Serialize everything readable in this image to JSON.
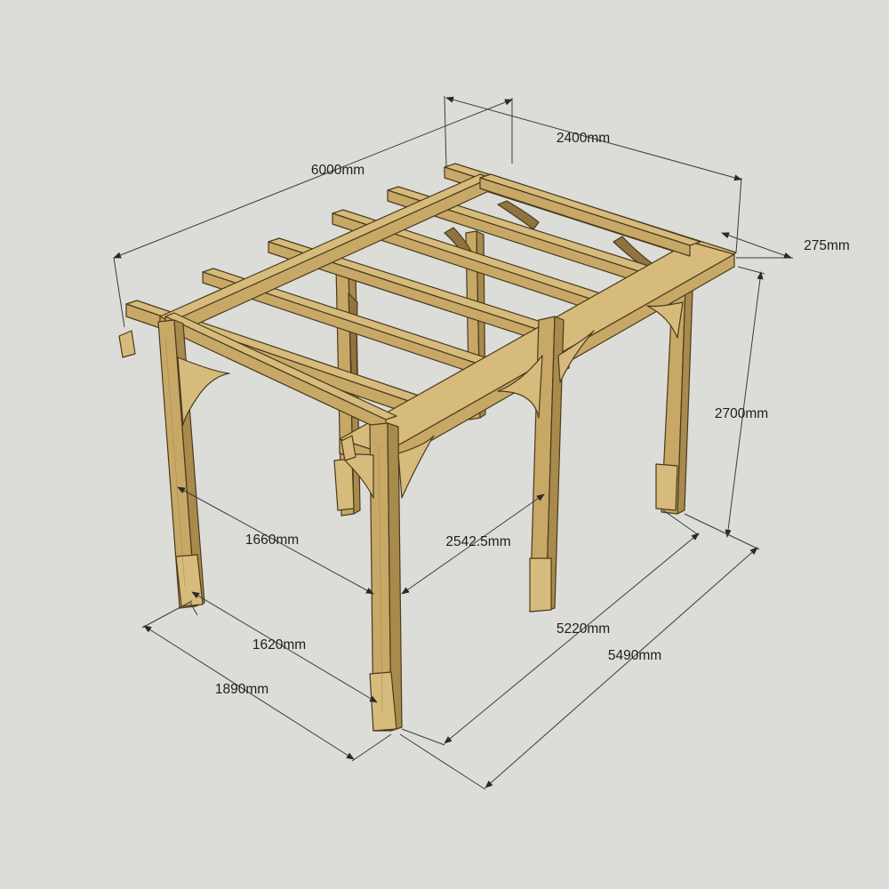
{
  "diagram": {
    "background": "#dcdcd8",
    "wood_color": "#c7a867",
    "dimension_line_color": "#3c3c3c",
    "dimensions": {
      "overall_length": "6000mm",
      "overall_width": "2400mm",
      "overhang": "275mm",
      "height": "2700mm",
      "inner_post_gap_front": "1660mm",
      "diagonal_post_span": "2542.5mm",
      "inner_post_gap_side": "1620mm",
      "outer_post_width": "1890mm",
      "inner_length": "5220mm",
      "outer_length": "5490mm"
    }
  }
}
